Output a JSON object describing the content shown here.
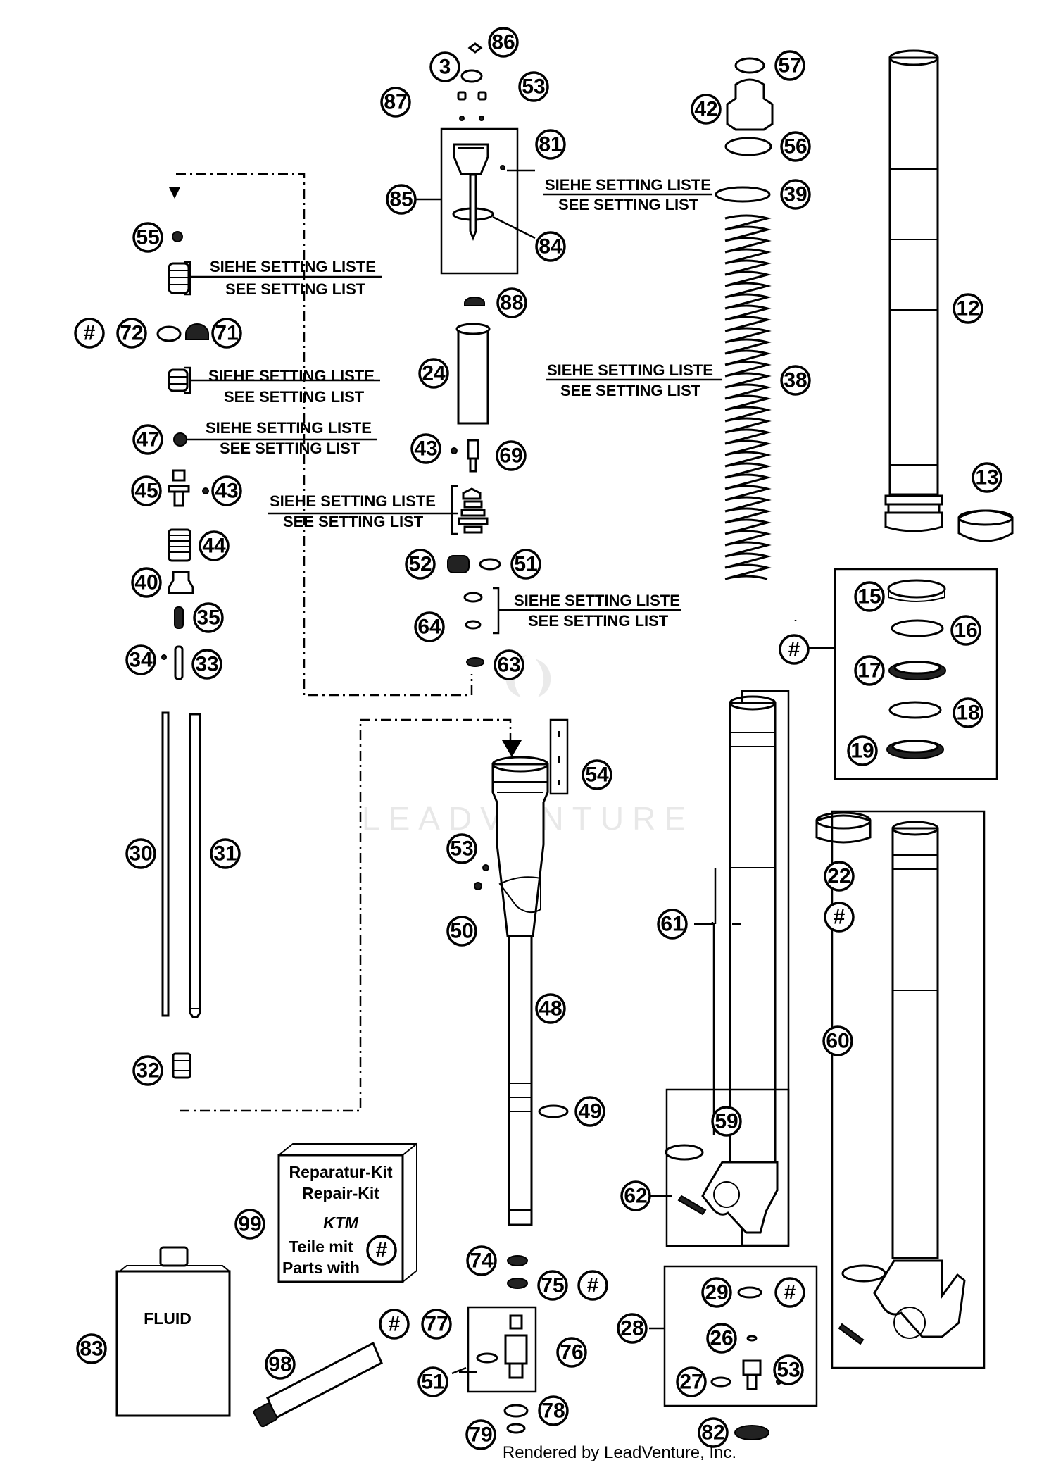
{
  "watermark": "LEADVENTURE",
  "footer": "Rendered by LeadVenture, Inc.",
  "setting_note": {
    "line1": "SIEHE SETTING LISTE",
    "line2": "SEE SETTING LIST"
  },
  "kit": {
    "line1": "Reparatur-Kit",
    "line2": "Repair-Kit",
    "brand": "KTM",
    "line3": "Teile mit",
    "line4": "Parts with",
    "symbol": "#"
  },
  "fluid_label": "FLUID",
  "callouts": {
    "c86": "86",
    "c3": "3",
    "c53a": "53",
    "c87": "87",
    "c81": "81",
    "c85": "85",
    "c84": "84",
    "c88": "88",
    "c24": "24",
    "c43a": "43",
    "c69": "69",
    "c52": "52",
    "c51a": "51",
    "c64": "64",
    "c63": "63",
    "c54": "54",
    "c53b": "53",
    "c50": "50",
    "c48": "48",
    "c49": "49",
    "c74": "74",
    "c75": "75",
    "h75": "#",
    "h77": "#",
    "c77": "77",
    "c76": "76",
    "c51b": "51",
    "c78": "78",
    "c79": "79",
    "c98": "98",
    "c83": "83",
    "c99": "99",
    "c55": "55",
    "h72": "#",
    "c72": "72",
    "c71": "71",
    "c47": "47",
    "c45": "45",
    "c43b": "43",
    "c44": "44",
    "c40": "40",
    "c35": "35",
    "c34": "34",
    "c33": "33",
    "c30": "30",
    "c31": "31",
    "c32": "32",
    "c57": "57",
    "c42": "42",
    "c56": "56",
    "c39": "39",
    "c38": "38",
    "c12": "12",
    "c13": "13",
    "hkit": "#",
    "c15": "15",
    "c16": "16",
    "c17": "17",
    "c18": "18",
    "c19": "19",
    "c22": "22",
    "h22": "#",
    "c61": "61",
    "c60": "60",
    "c59": "59",
    "c62": "62",
    "c28": "28",
    "c29": "29",
    "h29": "#",
    "c26": "26",
    "c27": "27",
    "c53c": "53",
    "c82": "82"
  }
}
